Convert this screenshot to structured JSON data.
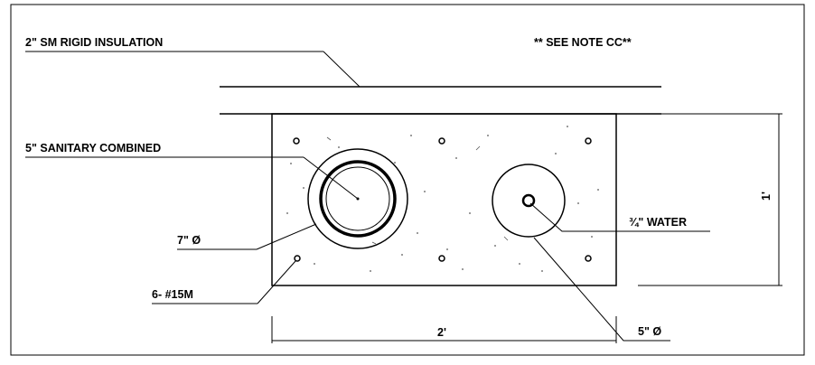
{
  "labels": {
    "insulation": "2\" SM RIGID INSULATION",
    "note": "** SEE NOTE CC**",
    "sanitary": "5\" SANITARY COMBINED",
    "large_dia": "7\" Ø",
    "rebar": "6- #15M",
    "water": "¾\" WATER",
    "small_dia": "5\" Ø"
  },
  "dimensions": {
    "width": "2'",
    "height": "1'"
  }
}
